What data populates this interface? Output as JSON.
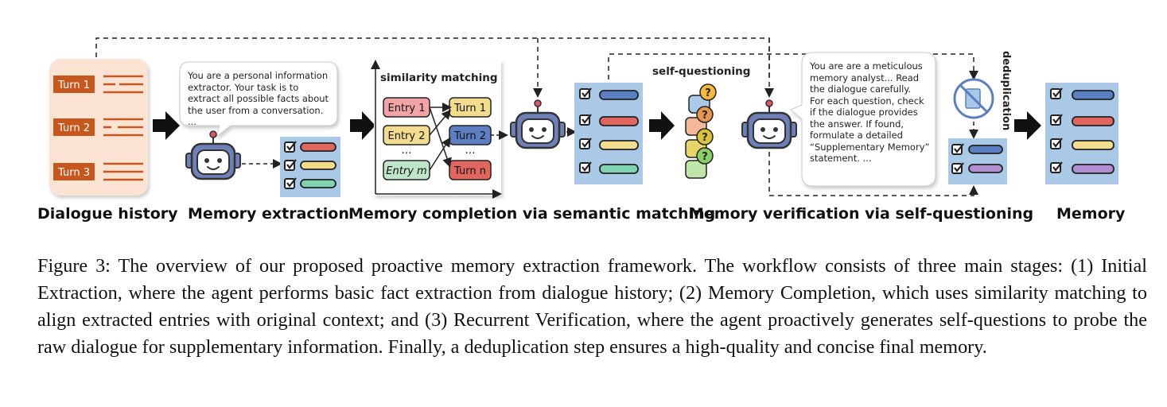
{
  "diagram": {
    "stages": {
      "dialogue_history": "Dialogue history",
      "memory_extraction": "Memory extraction",
      "memory_completion": "Memory completion via semantic matching",
      "memory_verification": "Memory verification via self-questioning",
      "memory": "Memory"
    },
    "turns": [
      "Turn 1",
      "Turn 2",
      "Turn 3"
    ],
    "extraction_prompt": "You are a personal information\nextractor.  Your task is to\nextract all possible facts about\nthe user from a conversation. ...",
    "similarity_matching": {
      "title": "similarity matching",
      "entries": [
        "Entry 1",
        "Entry 2",
        "…",
        "Entry m"
      ],
      "turns": [
        "Turn 1",
        "Turn 2",
        "…",
        "Turn n"
      ]
    },
    "self_questioning_title": "self-questioning",
    "verification_prompt": "You are are a meticulous\nmemory analyst... Read\nthe dialogue carefully.\nFor each question, check\nif the dialogue provides\nthe answer.  If found,\nformulate  a  detailed\n“Supplementary Memory”\nstatement. ...",
    "deduplication_label": "deduplication",
    "colors": {
      "turn_orange": "#c8571d",
      "history_bg": "#fbe3d4",
      "memory_blue": "#a9c9e6",
      "mem_red": "#e0665e",
      "mem_yellow": "#f2dc8e",
      "mem_green": "#7fd3b0",
      "mem_blue": "#5b7fc0",
      "mem_purple": "#b08ed0",
      "robot_blue": "#6e80b8"
    },
    "icons": [
      "checkbox-icon",
      "robot-icon",
      "speech-bubble-icon",
      "question-mark-icon",
      "no-document-icon",
      "arrow-icon"
    ]
  },
  "caption": {
    "label": "Figure 3:",
    "text": "The overview of our proposed proactive memory extraction framework. The workflow consists of three main stages: (1) Initial Extraction, where the agent performs basic fact extraction from dialogue history; (2) Memory Completion, which uses similarity matching to align extracted entries with original context; and (3) Recurrent Verification, where the agent proactively generates self-questions to probe the raw dialogue for supplementary information. Finally, a deduplication step ensures a high-quality and concise final memory."
  }
}
